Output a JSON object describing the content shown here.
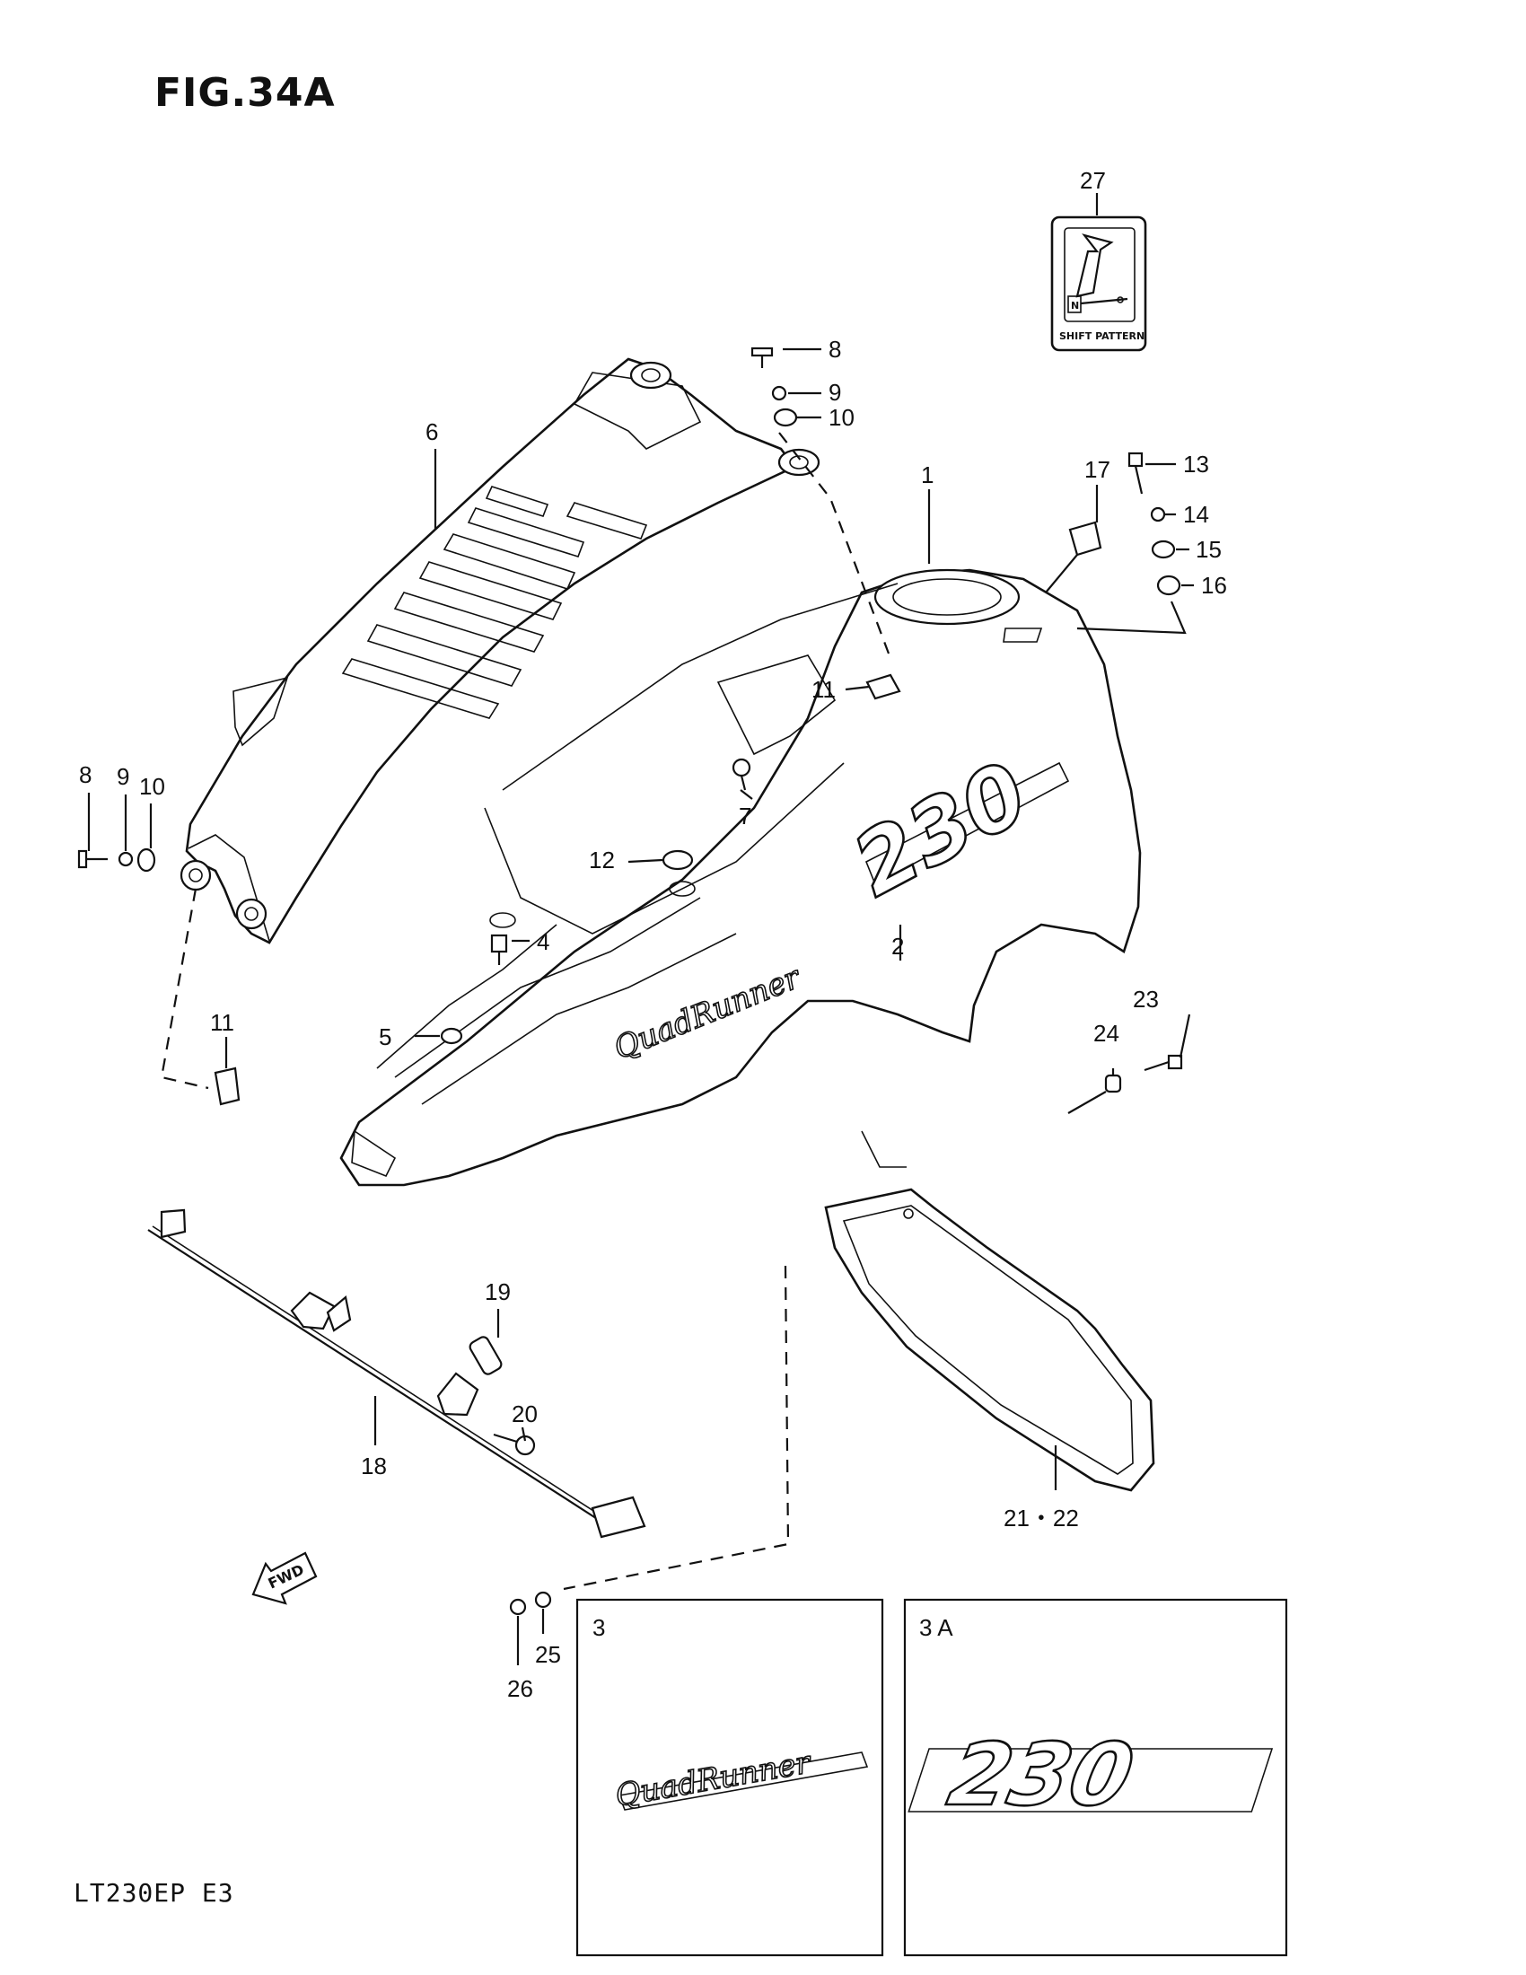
{
  "figure": {
    "title": "FIG.34A",
    "model_code": "LT230EP  E3"
  },
  "callouts": {
    "c1": "1",
    "c2": "2",
    "c4": "4",
    "c5": "5",
    "c6": "6",
    "c7": "7",
    "c8a": "8",
    "c9a": "9",
    "c10a": "10",
    "c8b": "8",
    "c9b": "9",
    "c10b": "10",
    "c11a": "11",
    "c11b": "11",
    "c12": "12",
    "c13": "13",
    "c14": "14",
    "c15": "15",
    "c16": "16",
    "c17": "17",
    "c18": "18",
    "c19": "19",
    "c20": "20",
    "c21": "21・22",
    "c23": "23",
    "c24": "24",
    "c25": "25",
    "c26": "26",
    "c27": "27"
  },
  "insets": {
    "box3": {
      "label": "3",
      "decal_text": "QuadRunner"
    },
    "box3a": {
      "label": "3 A",
      "decal_text": "230"
    }
  },
  "decals": {
    "fender_script": "QuadRunner",
    "fender_number": "230"
  },
  "fwd_arrow": "FWD",
  "shift_sign": {
    "caption": "SHIFT PATTERN",
    "n": "N"
  }
}
